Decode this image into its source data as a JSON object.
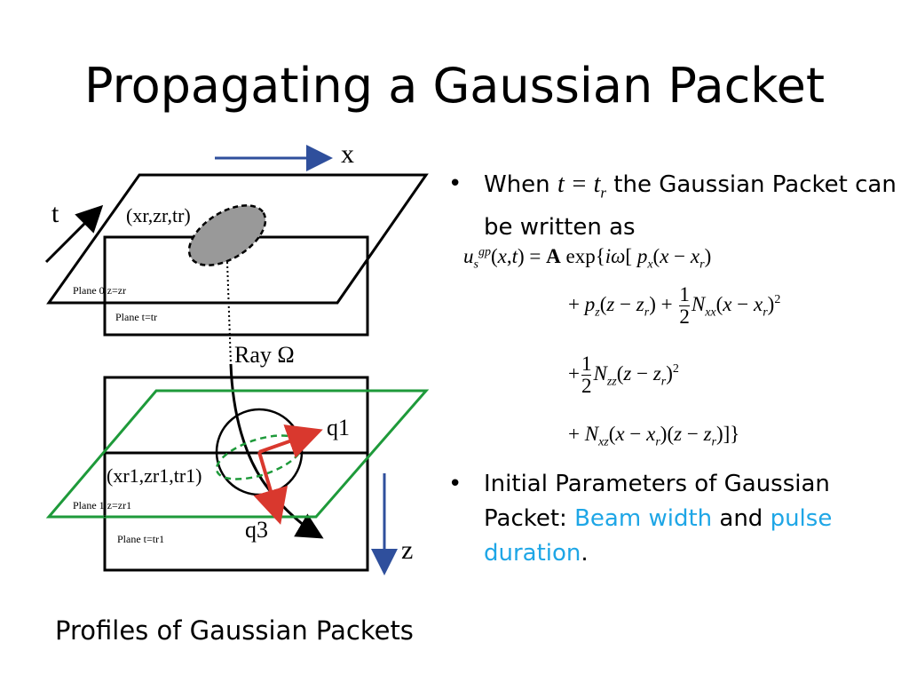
{
  "slide": {
    "title": "Propagating a Gaussian Packet",
    "caption": "Profiles of Gaussian Packets",
    "bullet1": {
      "pre": "When",
      "math_t": "t = t",
      "math_sub": "r",
      "post": "the Gaussian Packet can be written as"
    },
    "equation": {
      "line1": "u_s^gp(x,t) = A exp{iω[p_x(x − x_r)",
      "line2": "+ p_z(z − z_r) + 1/2 N_xx(x − x_r)^2",
      "line3": "+ 1/2 N_zz(z − z_r)^2",
      "line4": "+ N_xz(x − x_r)(z − z_r)]}"
    },
    "bullet2": {
      "pre": "Initial Parameters of Gaussian Packet: ",
      "hl1": "Beam width",
      "mid": " and ",
      "hl2": "pulse duration",
      "post": "."
    },
    "bullet_symbol": "•"
  },
  "figure": {
    "axis_x": "x",
    "axis_t": "t",
    "axis_z": "z",
    "point_top": "(xr,zr,tr)",
    "point_bottom": "(xr1,zr1,tr1)",
    "plane0": "Plane 0 z=zr",
    "plane_t": "Plane t=tr",
    "plane1": "Plane 1 z=zr1",
    "plane_t1": "Plane t=tr1",
    "ray": "Ray Ω",
    "q1": "q1",
    "q3": "q3"
  },
  "colors": {
    "accent": "#1ea6e6",
    "axis_blue": "#2f4f9c",
    "green": "#1e9a3a",
    "red": "#d9382e"
  }
}
